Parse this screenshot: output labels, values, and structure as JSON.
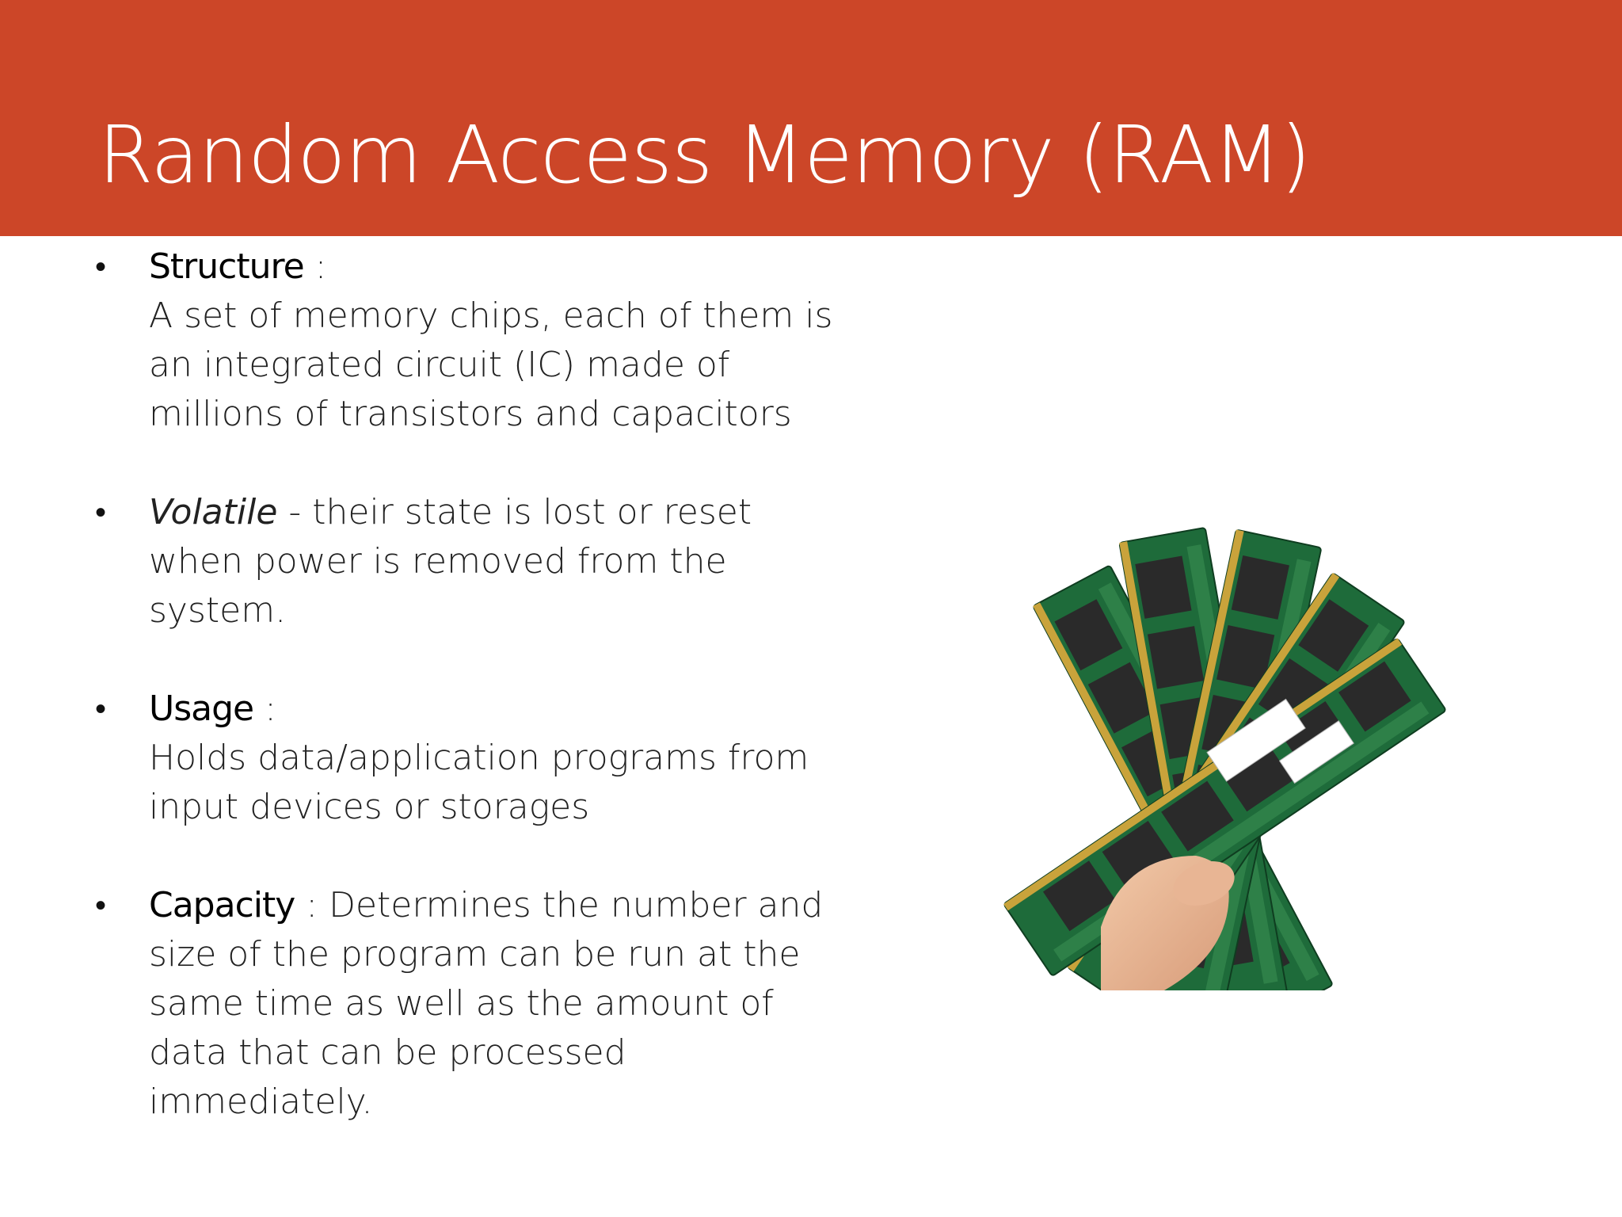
{
  "slide": {
    "title": "Random Access Memory (RAM)",
    "accent_color": "#CC4628",
    "bullet_icon": "bullet-dot",
    "bullets": [
      {
        "term": "Structure",
        "separator": " :",
        "lines": [
          "A set of memory chips, each of them is",
          "an integrated circuit (IC) made of",
          "millions of transistors and capacitors"
        ]
      },
      {
        "term": "Volatile",
        "term_style": "italic",
        "separator": " - their state is lost or reset",
        "lines": [
          "when power is removed from the",
          "system."
        ]
      },
      {
        "term": "Usage",
        "separator": " :",
        "lines": [
          "Holds data/application programs from",
          "input devices or storages"
        ]
      },
      {
        "term": "Capacity",
        "separator": " : Determines the number and",
        "lines": [
          "size of the program can be run at the",
          "same time as well as the amount of",
          "data that can be processed",
          "immediately."
        ]
      }
    ],
    "image": {
      "icon": "ram-modules-photo",
      "module_color": "#1E6B3A",
      "chip_color": "#2A2A2A",
      "contact_color": "#C9A33B"
    }
  }
}
